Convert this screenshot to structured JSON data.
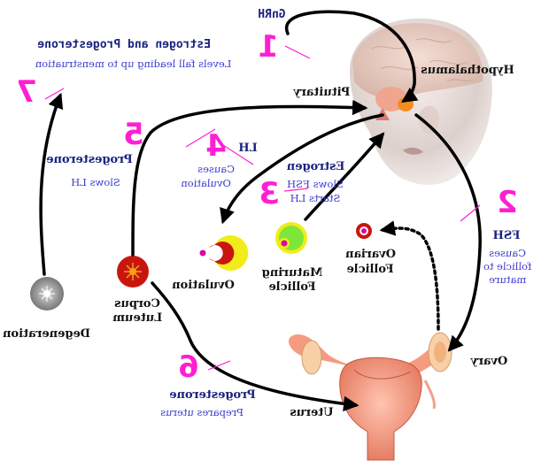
{
  "diagram": {
    "steps": [
      {
        "number": "1",
        "title": "GnRH"
      },
      {
        "number": "2",
        "title": "FSH",
        "desc_lines": [
          "Causes",
          "follicle to",
          "mature"
        ]
      },
      {
        "number": "3",
        "title": "Estrogen",
        "desc_lines": [
          "Slows FSH",
          "Starts LH"
        ]
      },
      {
        "number": "4",
        "title": "LH",
        "desc_lines": [
          "Causes",
          "Ovulation"
        ]
      },
      {
        "number": "5",
        "title": "Progesterone",
        "desc_lines": [
          "Slows LH"
        ]
      },
      {
        "number": "6",
        "title": "Progesterone",
        "desc_lines": [
          "Prepares uterus"
        ]
      },
      {
        "number": "7",
        "title": "Estrogen and Progesterone",
        "desc_lines": [
          "Levels fall leading up to menstruation"
        ]
      }
    ],
    "labels": {
      "hypothalamus": "Hypothalamus",
      "pituitary": "Pituitary",
      "ovary": "Ovary",
      "uterus": "Uterus",
      "ovarian_follicle": [
        "Ovarian",
        "Follicle"
      ],
      "maturing_follicle": [
        "Maturing",
        "Follicle"
      ],
      "ovulation": "Ovulation",
      "corpus_luteum": [
        "Corpus",
        "Luteum"
      ],
      "degeneration": "Degeneration"
    },
    "colors": {
      "step_number": "#ff1fd2",
      "title": "#1a237e",
      "description": "#3b3bd1",
      "arrow": "#000000",
      "follicle_yellow": "#f1ec1a",
      "follicle_green": "#7ee63a",
      "corpus_luteum_red": "#c8160e"
    }
  }
}
